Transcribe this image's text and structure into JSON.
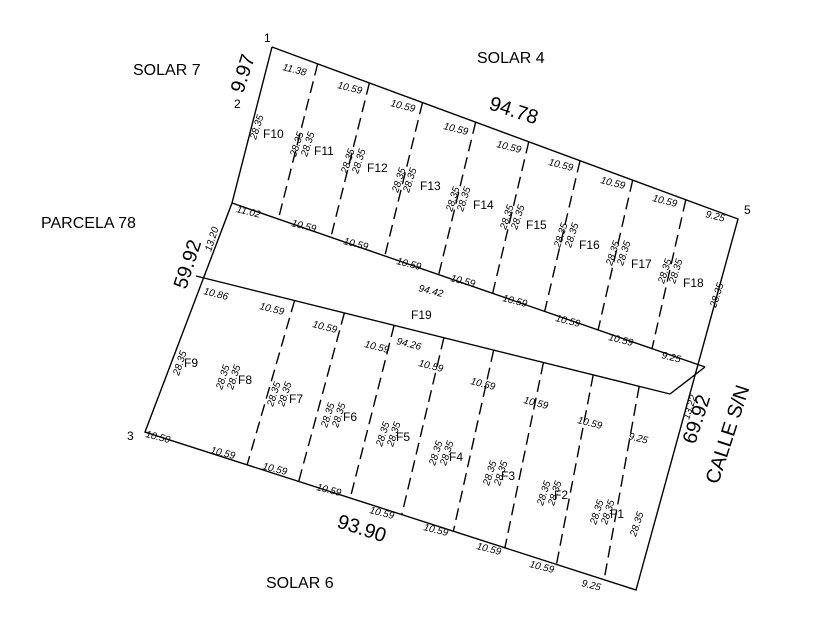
{
  "neighbors": {
    "solar7": "SOLAR 7",
    "solar4": "SOLAR 4",
    "parcela78": "PARCELA 78",
    "solar6": "SOLAR 6",
    "calle": "CALLE S/N"
  },
  "vertices": [
    "1",
    "2",
    "3",
    "5"
  ],
  "perimeter": {
    "top": "94.78",
    "bottom": "93.90",
    "left_upper": "9.97",
    "left_main": "59.92",
    "right": "69.92"
  },
  "lots": {
    "upper": [
      "F10",
      "F11",
      "F12",
      "F13",
      "F14",
      "F15",
      "F16",
      "F17",
      "F18"
    ],
    "lower": [
      "F9",
      "F8",
      "F7",
      "F6",
      "F5",
      "F4",
      "F3",
      "F2",
      "F1"
    ],
    "street": "F19"
  },
  "upper_top_widths": [
    "11.38",
    "10.59",
    "10.59",
    "10.59",
    "10.59",
    "10.59",
    "10.59",
    "10.59",
    "9.25"
  ],
  "upper_bottom_widths": [
    "11.02",
    "10.59",
    "10.59",
    "10.59",
    "10.59",
    "10.59",
    "10.59",
    "10.59",
    "9.25"
  ],
  "lower_top_widths": [
    "10.86",
    "10.59",
    "10.59",
    "10.59",
    "10.59",
    "10.59",
    "10.59",
    "10.59",
    "9.25"
  ],
  "lower_bottom_widths": [
    "10.50",
    "10.59",
    "10.59",
    "10.59",
    "10.59",
    "10.59",
    "10.59",
    "10.59",
    "9.25"
  ],
  "depth": "28.35",
  "street_dims": {
    "upper_edge": "94.42",
    "lower_edge": "94.26",
    "left_width": "13.20",
    "right_width": "13.22"
  }
}
